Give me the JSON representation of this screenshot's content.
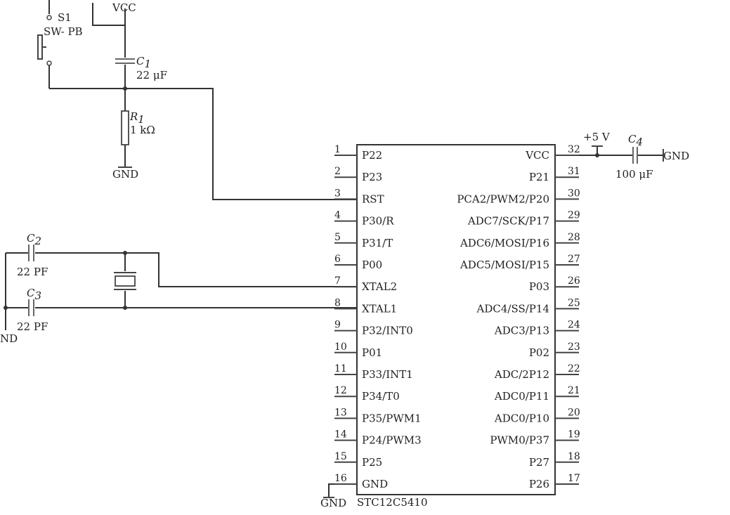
{
  "chip": {
    "name": "STC12C5410",
    "left_pins": [
      {
        "num": "1",
        "label": "P22"
      },
      {
        "num": "2",
        "label": "P23"
      },
      {
        "num": "3",
        "label": "RST"
      },
      {
        "num": "4",
        "label": "P30/R"
      },
      {
        "num": "5",
        "label": "P31/T"
      },
      {
        "num": "6",
        "label": "P00"
      },
      {
        "num": "7",
        "label": "XTAL2"
      },
      {
        "num": "8",
        "label": "XTAL1"
      },
      {
        "num": "9",
        "label": "P32/INT0"
      },
      {
        "num": "10",
        "label": "P01"
      },
      {
        "num": "11",
        "label": "P33/INT1"
      },
      {
        "num": "12",
        "label": "P34/T0"
      },
      {
        "num": "13",
        "label": "P35/PWM1"
      },
      {
        "num": "14",
        "label": "P24/PWM3"
      },
      {
        "num": "15",
        "label": "P25"
      },
      {
        "num": "16",
        "label": "GND"
      }
    ],
    "right_pins": [
      {
        "num": "32",
        "label": "VCC"
      },
      {
        "num": "31",
        "label": "P21"
      },
      {
        "num": "30",
        "label": "PCA2/PWM2/P20"
      },
      {
        "num": "29",
        "label": "ADC7/SCK/P17"
      },
      {
        "num": "28",
        "label": "ADC6/MOSI/P16"
      },
      {
        "num": "27",
        "label": "ADC5/MOSI/P15"
      },
      {
        "num": "26",
        "label": "P03"
      },
      {
        "num": "25",
        "label": "ADC4/SS/P14"
      },
      {
        "num": "24",
        "label": "ADC3/P13"
      },
      {
        "num": "23",
        "label": "P02"
      },
      {
        "num": "22",
        "label": "ADC/2P12"
      },
      {
        "num": "21",
        "label": "ADC0/P11"
      },
      {
        "num": "20",
        "label": "ADC0/P10"
      },
      {
        "num": "19",
        "label": "PWM0/P37"
      },
      {
        "num": "18",
        "label": "P27"
      },
      {
        "num": "17",
        "label": "P26"
      }
    ]
  },
  "reset_circuit": {
    "vcc_label": "VCC",
    "switch_ref": "S1",
    "switch_type": "SW- PB",
    "c1_ref": "C",
    "c1_sub": "1",
    "c1_value": "22 μF",
    "r1_ref": "R",
    "r1_sub": "1",
    "r1_value": "1 kΩ",
    "gnd_label": "GND"
  },
  "oscillator": {
    "c2_ref": "C",
    "c2_sub": "2",
    "c2_value": "22 PF",
    "c3_ref": "C",
    "c3_sub": "3",
    "c3_value": "22 PF",
    "gnd_label": "ND"
  },
  "power": {
    "plus5_label": "+5 V",
    "c4_ref": "C",
    "c4_sub": "4",
    "c4_value": "100 μF",
    "gnd_label": "GND"
  },
  "chip_gnd_label": "GND"
}
